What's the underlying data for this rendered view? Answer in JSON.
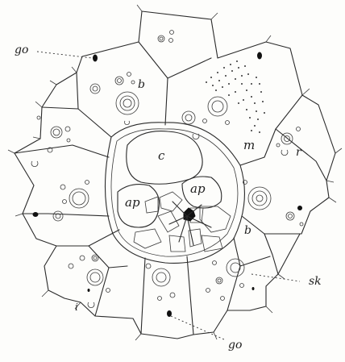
{
  "labels": {
    "go_top": "go",
    "b_upper": "b",
    "m": "m",
    "r": "r",
    "c": "c",
    "ap_left": "ap",
    "ap_right": "ap",
    "b_lower": "b",
    "sk": "sk",
    "i": "i",
    "go_bottom": "go"
  },
  "colors": {
    "ink": "#2a2a2a",
    "paper": "#fdfdfb"
  }
}
